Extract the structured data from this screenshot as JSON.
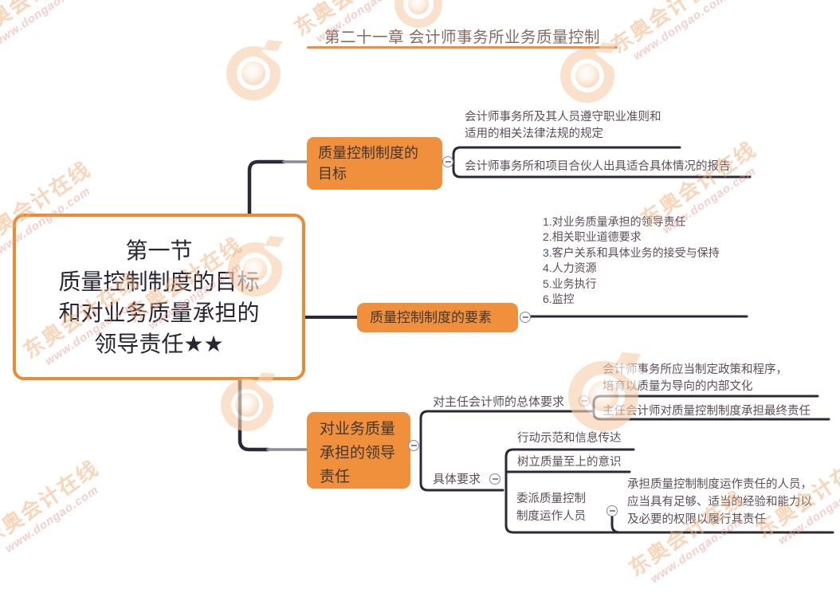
{
  "header": {
    "title": "第二十一章 会计师事务所业务质量控制"
  },
  "watermark": {
    "brand": "东奥会计在线",
    "site": "www.dongao.com"
  },
  "root": {
    "line1": "第一节",
    "line2": "质量控制制度的目标",
    "line3": "和对业务质量承担的",
    "line4": "领导责任★★"
  },
  "goal": {
    "label_line1": "质量控制制度的",
    "label_line2": "目标",
    "child1_line1": "会计师事务所及其人员遵守职业准则和",
    "child1_line2": "适用的相关法律法规的规定",
    "child2": "会计师事务所和项目合伙人出具适合具体情况的报告"
  },
  "elements": {
    "label": "质量控制制度的要素",
    "items": [
      "1.对业务质量承担的领导责任",
      "2.相关职业道德要求",
      "3.客户关系和具体业务的接受与保持",
      "4.人力资源",
      "5.业务执行",
      "6.监控"
    ]
  },
  "leadership": {
    "label_line1": "对业务质量",
    "label_line2": "承担的领导",
    "label_line3": "责任",
    "overall": {
      "label": "对主任会计师的总体要求",
      "child1_line1": "会计师事务所应当制定政策和程序，",
      "child1_line2": "培育以质量为导向的内部文化",
      "child2": "主任会计师对质量控制制度承担最终责任"
    },
    "specific": {
      "label": "具体要求",
      "child_action": "行动示范和信息传达",
      "child_quality": "树立质量至上的意识",
      "child_assign_line1": "委派质量控制",
      "child_assign_line2": "制度运作人员",
      "assign_detail_line1": "承担质量控制制度运作责任的人员，",
      "assign_detail_line2": "应当具有足够、适当的经验和能力以",
      "assign_detail_line3": "及必要的权限以履行其责任"
    }
  },
  "colors": {
    "node_fill": "#F0903D",
    "node_border": "#EE8A33",
    "line_dark": "#2D2838",
    "line_gray": "#8F8A99",
    "leaf_text": "#5C4D59",
    "title_text": "#87695D",
    "accent_rule": "#F08C3A"
  }
}
